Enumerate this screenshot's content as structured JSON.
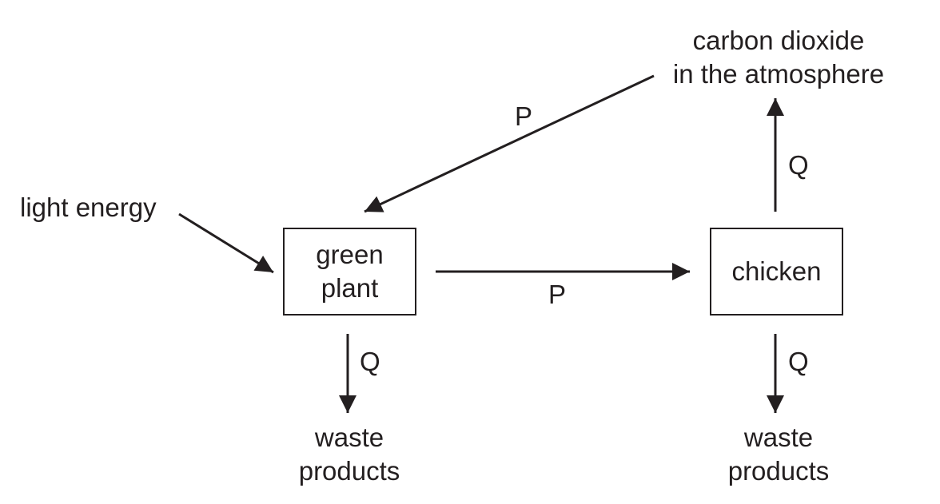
{
  "nodes": {
    "green_plant": [
      "green",
      "plant"
    ],
    "chicken": "chicken",
    "co2": [
      "carbon dioxide",
      "in the atmosphere"
    ],
    "light_energy": "light energy",
    "waste_plant": [
      "waste",
      "products"
    ],
    "waste_chicken": [
      "waste",
      "products"
    ]
  },
  "arrow_labels": {
    "co2_to_plant": "P",
    "plant_to_chicken": "P",
    "chicken_to_co2": "Q",
    "plant_to_waste": "Q",
    "chicken_to_waste": "Q"
  },
  "colors": {
    "ink": "#231f20",
    "background": "#ffffff"
  }
}
